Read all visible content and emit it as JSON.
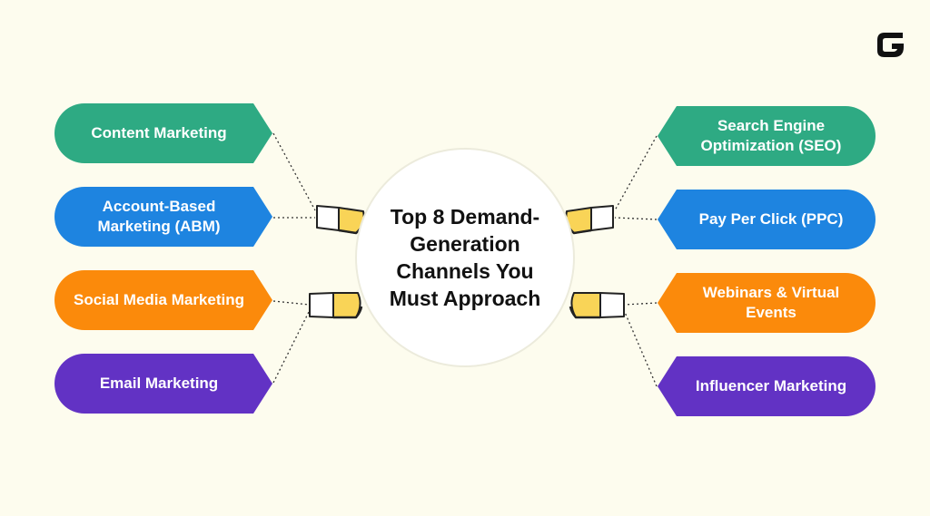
{
  "title": "Top 8 Demand-Generation Channels You Must Approach",
  "logo_icon": "g-logo-icon",
  "colors": {
    "background": "#fdfcee",
    "green": "#2eaa83",
    "blue": "#1e84e0",
    "orange": "#fb8a0b",
    "purple": "#6232c4",
    "magnet_yellow": "#f9d457",
    "outline": "#222222"
  },
  "channels": {
    "left": [
      {
        "label": "Content Marketing",
        "color": "#2eaa83"
      },
      {
        "label": "Account-Based Marketing (ABM)",
        "color": "#1e84e0"
      },
      {
        "label": "Social Media Marketing",
        "color": "#fb8a0b"
      },
      {
        "label": "Email Marketing",
        "color": "#6232c4"
      }
    ],
    "right": [
      {
        "label": "Search Engine Optimization (SEO)",
        "color": "#2eaa83"
      },
      {
        "label": "Pay Per Click (PPC)",
        "color": "#1e84e0"
      },
      {
        "label": "Webinars & Virtual Events",
        "color": "#fb8a0b"
      },
      {
        "label": "Influencer Marketing",
        "color": "#6232c4"
      }
    ]
  }
}
